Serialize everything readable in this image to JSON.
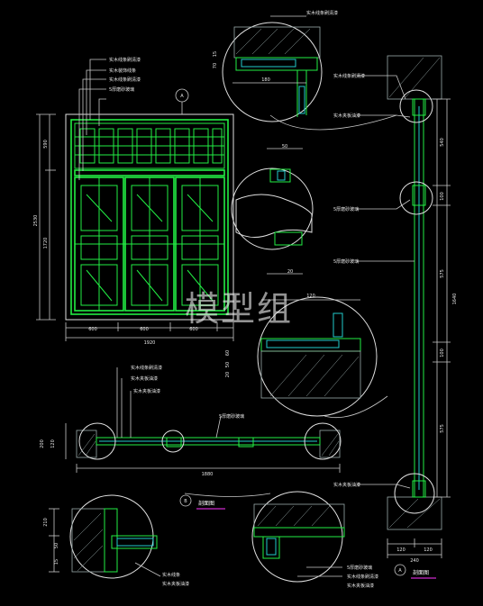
{
  "watermark": "模型组",
  "elevation": {
    "dims_bottom": [
      "600",
      "600",
      "600"
    ],
    "dim_total": "1920",
    "dims_left": [
      "590",
      "1720"
    ],
    "dim_left_total": "2530",
    "callout_labels": [
      "实木线条刷清漆",
      "实木装饰线条",
      "实木线条刷清漆",
      "5厚磨砂玻璃"
    ],
    "tag": "A"
  },
  "plan": {
    "labels": [
      "实木线条刷清漆",
      "实木夹板油漆",
      "5厚磨砂玻璃"
    ],
    "dim_total": "1880",
    "dims_left": [
      "200",
      "120"
    ],
    "tag": "B",
    "title": "剖面图"
  },
  "section": {
    "dims_right": [
      "540",
      "100",
      "575",
      "100",
      "575",
      "1640"
    ],
    "dims_bottom": [
      "120",
      "120"
    ],
    "dim_bottom_total": "240",
    "labels": [
      "实木线条刷清漆",
      "实木夹板油漆",
      "5厚磨砂玻璃",
      "5厚磨砂玻璃",
      "实木夹板油漆"
    ],
    "tag": "A",
    "title": "剖面图"
  },
  "details": {
    "top_dims": [
      "180",
      "15",
      "70"
    ],
    "mid_dims": [
      "50",
      "20"
    ],
    "lower_dims": [
      "120",
      "60",
      "50",
      "20"
    ],
    "bottom_left_dims": [
      "210",
      "50",
      "15"
    ],
    "labels": [
      "实木线条",
      "实木夹板油漆",
      "5厚磨砂玻璃",
      "实木线条刷清漆"
    ]
  },
  "colors": {
    "background": "#000000",
    "frame": "#22ee44",
    "dimension": "#c8c8c8",
    "hatch": "#99aaaa",
    "tag": "#ff33ff"
  }
}
